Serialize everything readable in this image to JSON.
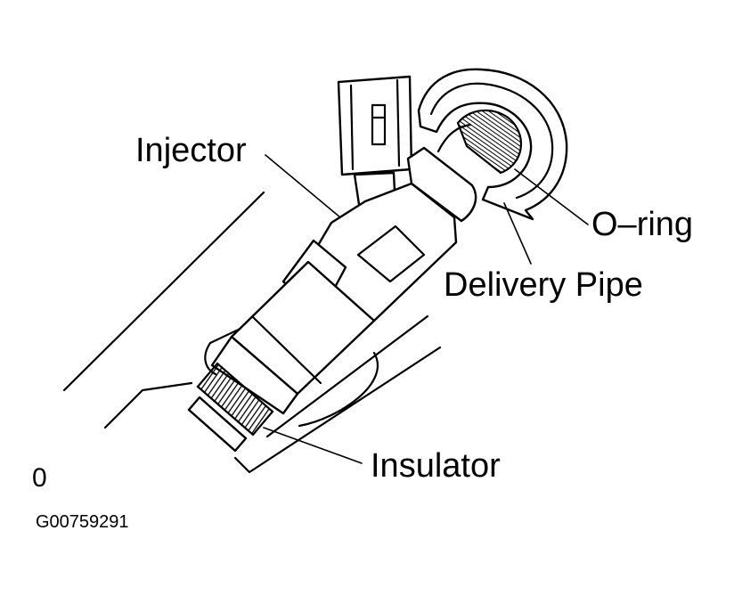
{
  "figure": {
    "labels": {
      "injector": "Injector",
      "o_ring": "O–ring",
      "delivery_pipe": "Delivery Pipe",
      "insulator": "Insulator",
      "corner_mark": "0"
    },
    "figure_id": "G00759291"
  }
}
